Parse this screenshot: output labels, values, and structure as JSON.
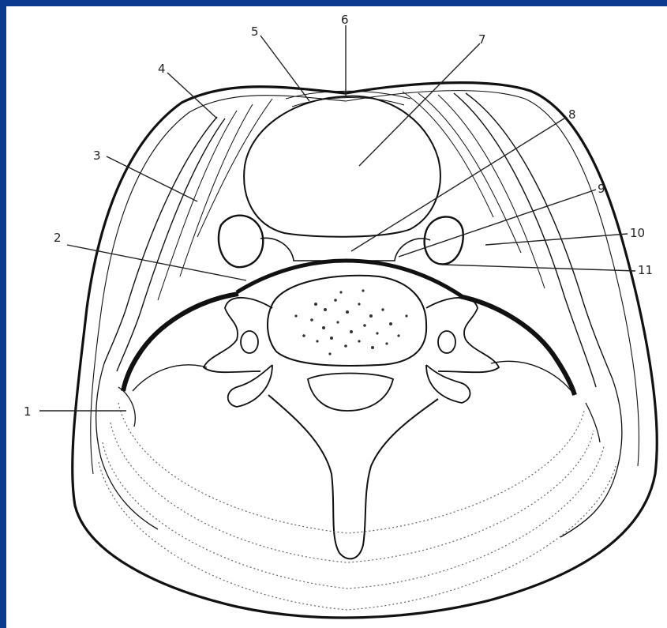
{
  "diagram": {
    "labels": [
      {
        "id": "1",
        "text": "1"
      },
      {
        "id": "2",
        "text": "2"
      },
      {
        "id": "3",
        "text": "3"
      },
      {
        "id": "4",
        "text": "4"
      },
      {
        "id": "5",
        "text": "5"
      },
      {
        "id": "6",
        "text": "6"
      },
      {
        "id": "7",
        "text": "7"
      },
      {
        "id": "8",
        "text": "8"
      },
      {
        "id": "9",
        "text": "9"
      },
      {
        "id": "10",
        "text": "10"
      },
      {
        "id": "11",
        "text": "11"
      }
    ]
  },
  "colors": {
    "border": "#0c3a8c",
    "background": "#ffffff",
    "ink": "#111111"
  }
}
